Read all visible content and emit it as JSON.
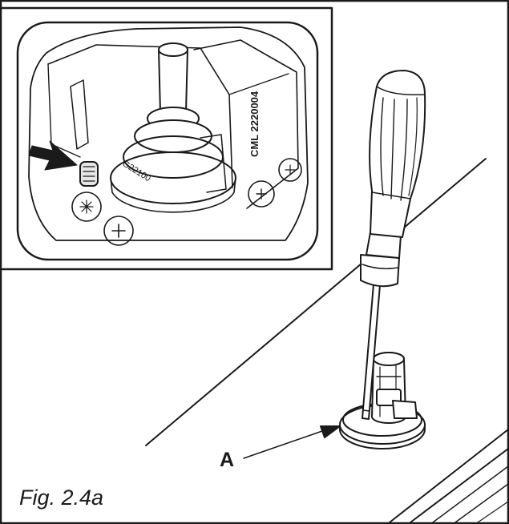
{
  "figure": {
    "caption": "Fig. 2.4a",
    "callout_label": "A",
    "inset_part_marking": "CML 2220004",
    "inset_ring_marking": "G22100"
  },
  "colors": {
    "line": "#1a1a1a",
    "background": "#ffffff",
    "shade": "#e6e6e6"
  },
  "icons": [
    "pointer-arrow-icon",
    "screwdriver-icon"
  ]
}
